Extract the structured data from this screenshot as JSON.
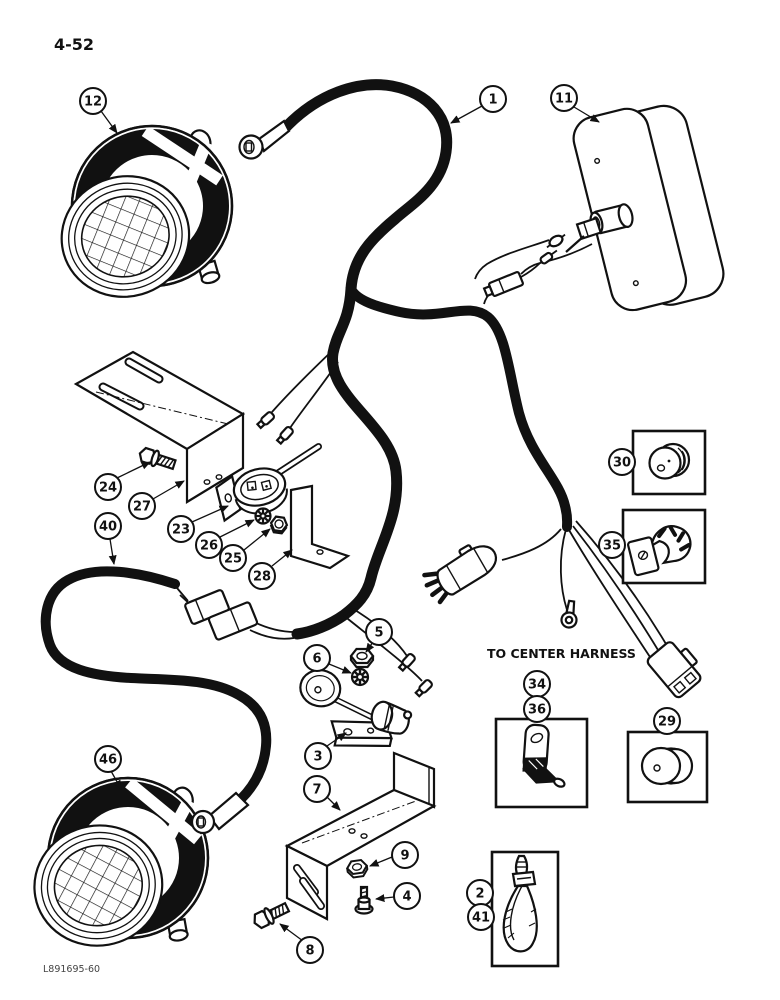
{
  "page": {
    "number": "4-52",
    "figure_code": "L891695-60"
  },
  "labels": {
    "to_center_harness": "TO CENTER HARNESS"
  },
  "callouts": {
    "p1": "1",
    "p2": "2",
    "p3": "3",
    "p4": "4",
    "p5": "5",
    "p6": "6",
    "p7": "7",
    "p8": "8",
    "p9": "9",
    "p11": "11",
    "p12": "12",
    "p23": "23",
    "p24": "24",
    "p25": "25",
    "p26": "26",
    "p27": "27",
    "p28": "28",
    "p29": "29",
    "p30": "30",
    "p34": "34",
    "p35": "35",
    "p36": "36",
    "p40": "40",
    "p41": "41",
    "p46": "46"
  }
}
